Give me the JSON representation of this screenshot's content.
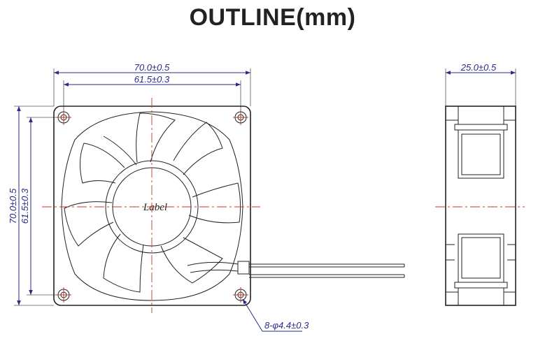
{
  "title": "OUTLINE(mm)",
  "dimensions": {
    "front_overall_width": "70.0±0.5",
    "front_hole_pitch_width": "61.5±0.3",
    "front_overall_height": "70.0±0.5",
    "front_hole_pitch_height": "61.5±0.3",
    "side_depth": "25.0±0.5",
    "mounting_holes": "8-φ4.4±0.3"
  },
  "hub_label": "Label"
}
